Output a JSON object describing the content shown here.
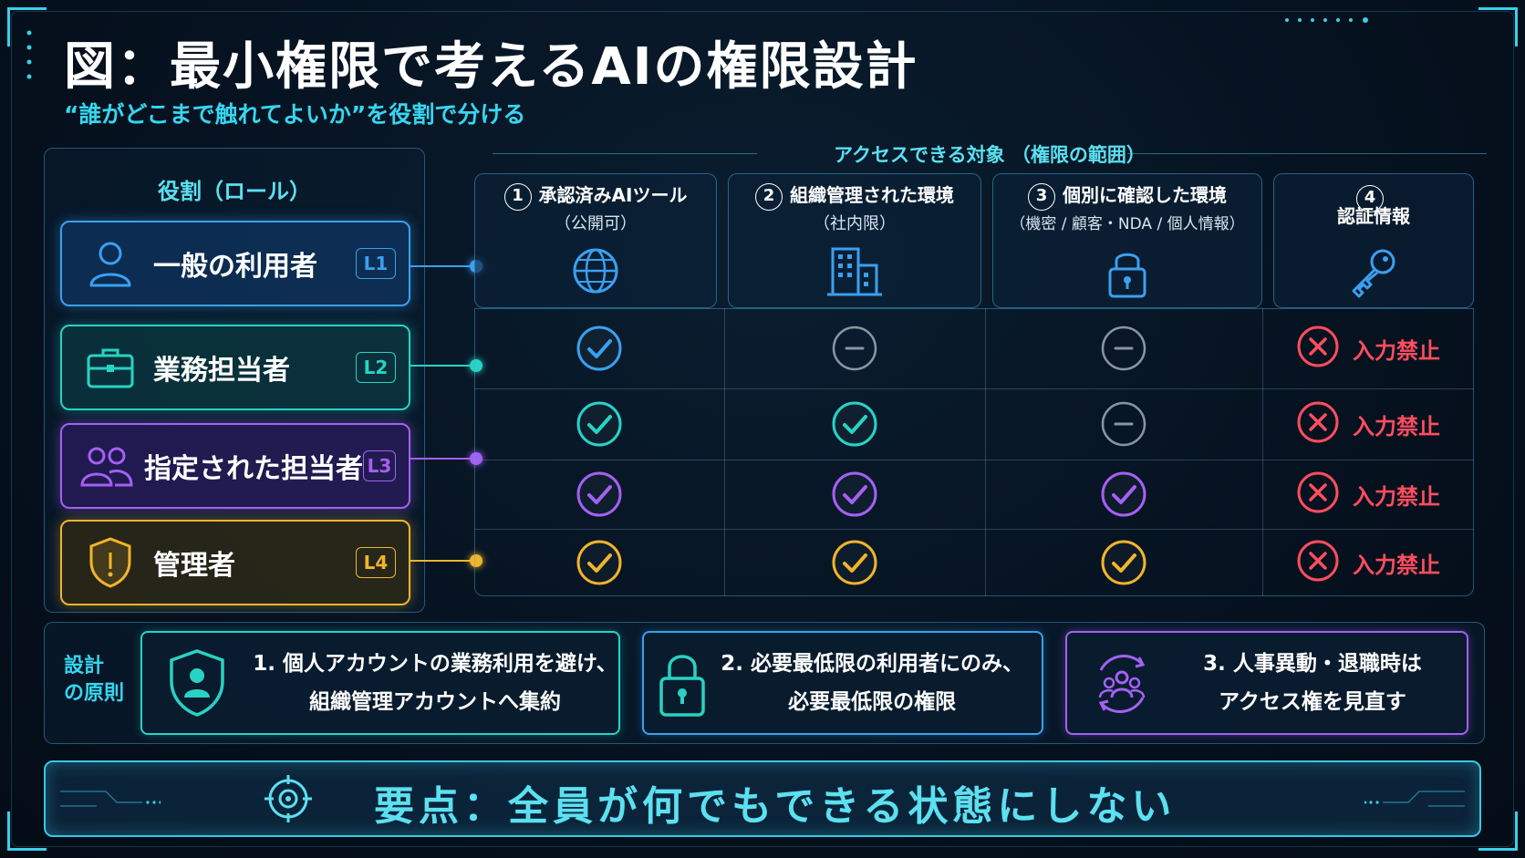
{
  "title": "図：最小権限で考えるAIの権限設計",
  "subtitle": "“誰がどこまで触れてよいか”を役割で分ける",
  "roles_heading": "役割（ロール）",
  "access_heading": "アクセスできる対象 （権限の範囲）",
  "colors": {
    "l1": "#3aa0f0",
    "l2": "#27d3c4",
    "l3": "#a460f4",
    "l4": "#f2b42c",
    "deny": "#ff4d5e",
    "none": "#8a95a2"
  },
  "roles": [
    {
      "label": "一般の利用者",
      "level": "L1",
      "icon": "user-icon"
    },
    {
      "label": "業務担当者",
      "level": "L2",
      "icon": "briefcase-icon"
    },
    {
      "label": "指定された担当者",
      "level": "L3",
      "icon": "users-icon"
    },
    {
      "label": "管理者",
      "level": "L4",
      "icon": "shield-icon"
    }
  ],
  "columns": [
    {
      "num": "1",
      "title": "承認済みAIツール",
      "sub": "（公開可）",
      "icon": "globe-icon"
    },
    {
      "num": "2",
      "title": "組織管理された環境",
      "sub": "（社内限）",
      "icon": "building-icon"
    },
    {
      "num": "3",
      "title": "個別に確認した環境",
      "sub": "（機密 / 顧客・NDA / 個人情報）",
      "icon": "lock-icon"
    },
    {
      "num": "4",
      "title": "認証情報",
      "sub": "",
      "icon": "key-icon"
    }
  ],
  "matrix": [
    [
      "allowed",
      "none",
      "none",
      "denied"
    ],
    [
      "allowed",
      "allowed",
      "none",
      "denied"
    ],
    [
      "allowed",
      "allowed",
      "allowed",
      "denied"
    ],
    [
      "allowed",
      "allowed",
      "allowed",
      "denied"
    ]
  ],
  "deny_label": "入力禁止",
  "principles_label": "設計\nの原則",
  "principles": [
    {
      "line1": "1. 個人アカウントの業務利用を避け、",
      "line2": "組織管理アカウントへ集約",
      "icon": "user-shield-icon"
    },
    {
      "line1": "2. 必要最低限の利用者にのみ、",
      "line2": "必要最低限の権限",
      "icon": "padlock-icon"
    },
    {
      "line1": "3. 人事異動・退職時は",
      "line2": "アクセス権を見直す",
      "icon": "people-refresh-icon"
    }
  ],
  "key_point": "要点：全員が何でもできる状態にしない"
}
